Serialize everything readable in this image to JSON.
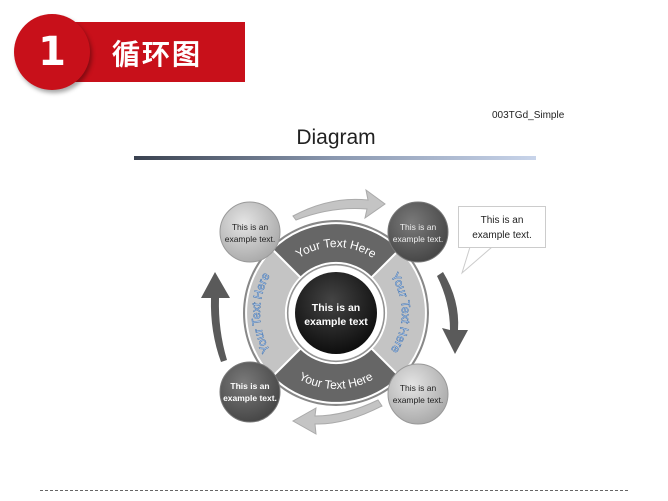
{
  "header": {
    "number": "1",
    "title": "循环图"
  },
  "code_label": "003TGd_Simple",
  "title": "Diagram",
  "diagram": {
    "center": [
      "This is an",
      "example text"
    ],
    "segments": {
      "top": "Your Text Here",
      "right": "Your Text Here",
      "bottom": "Your Text Here",
      "left": "Your Text Here"
    },
    "satellites": {
      "top_left": [
        "This is an",
        "example text."
      ],
      "top_right": [
        "This is an",
        "example text."
      ],
      "bottom_left": [
        "This is an",
        "example text."
      ],
      "bottom_right": [
        "This is an",
        "example text."
      ]
    },
    "callout": [
      "This is an",
      "example text."
    ]
  },
  "colors": {
    "brand_red": "#c8101a",
    "dark_gray": "#5e5e5e",
    "light_gray": "#bdbdbd",
    "segment_text_blue": "#3a6fb0"
  }
}
